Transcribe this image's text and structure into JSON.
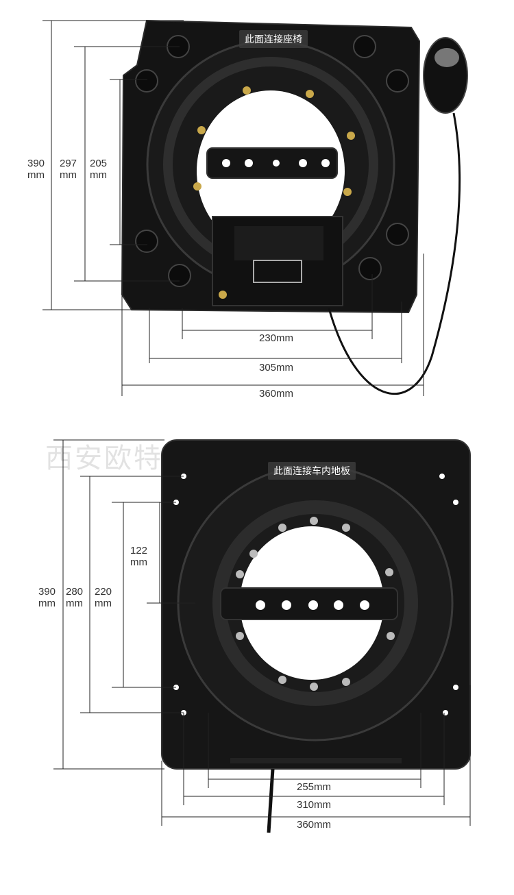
{
  "top_image": {
    "tag": "此面连接座椅",
    "dims": {
      "h_outer": "390",
      "h_mid": "297",
      "h_inner": "205",
      "unit": "mm",
      "w_small": "230mm",
      "w_mid": "305mm",
      "w_outer": "360mm"
    }
  },
  "bottom_image": {
    "watermark": "西安欧特流马汽车科技有限公司",
    "tag": "此面连接车内地板",
    "dims": {
      "h_outer": "390",
      "h_mid": "280",
      "h_inner": "220",
      "h_small": "122",
      "unit": "mm",
      "w_small": "255mm",
      "w_mid": "310mm",
      "w_outer": "360mm"
    }
  },
  "colors": {
    "plate": "#141414",
    "dim_line": "#222222",
    "bolt": "#c9a84a"
  }
}
